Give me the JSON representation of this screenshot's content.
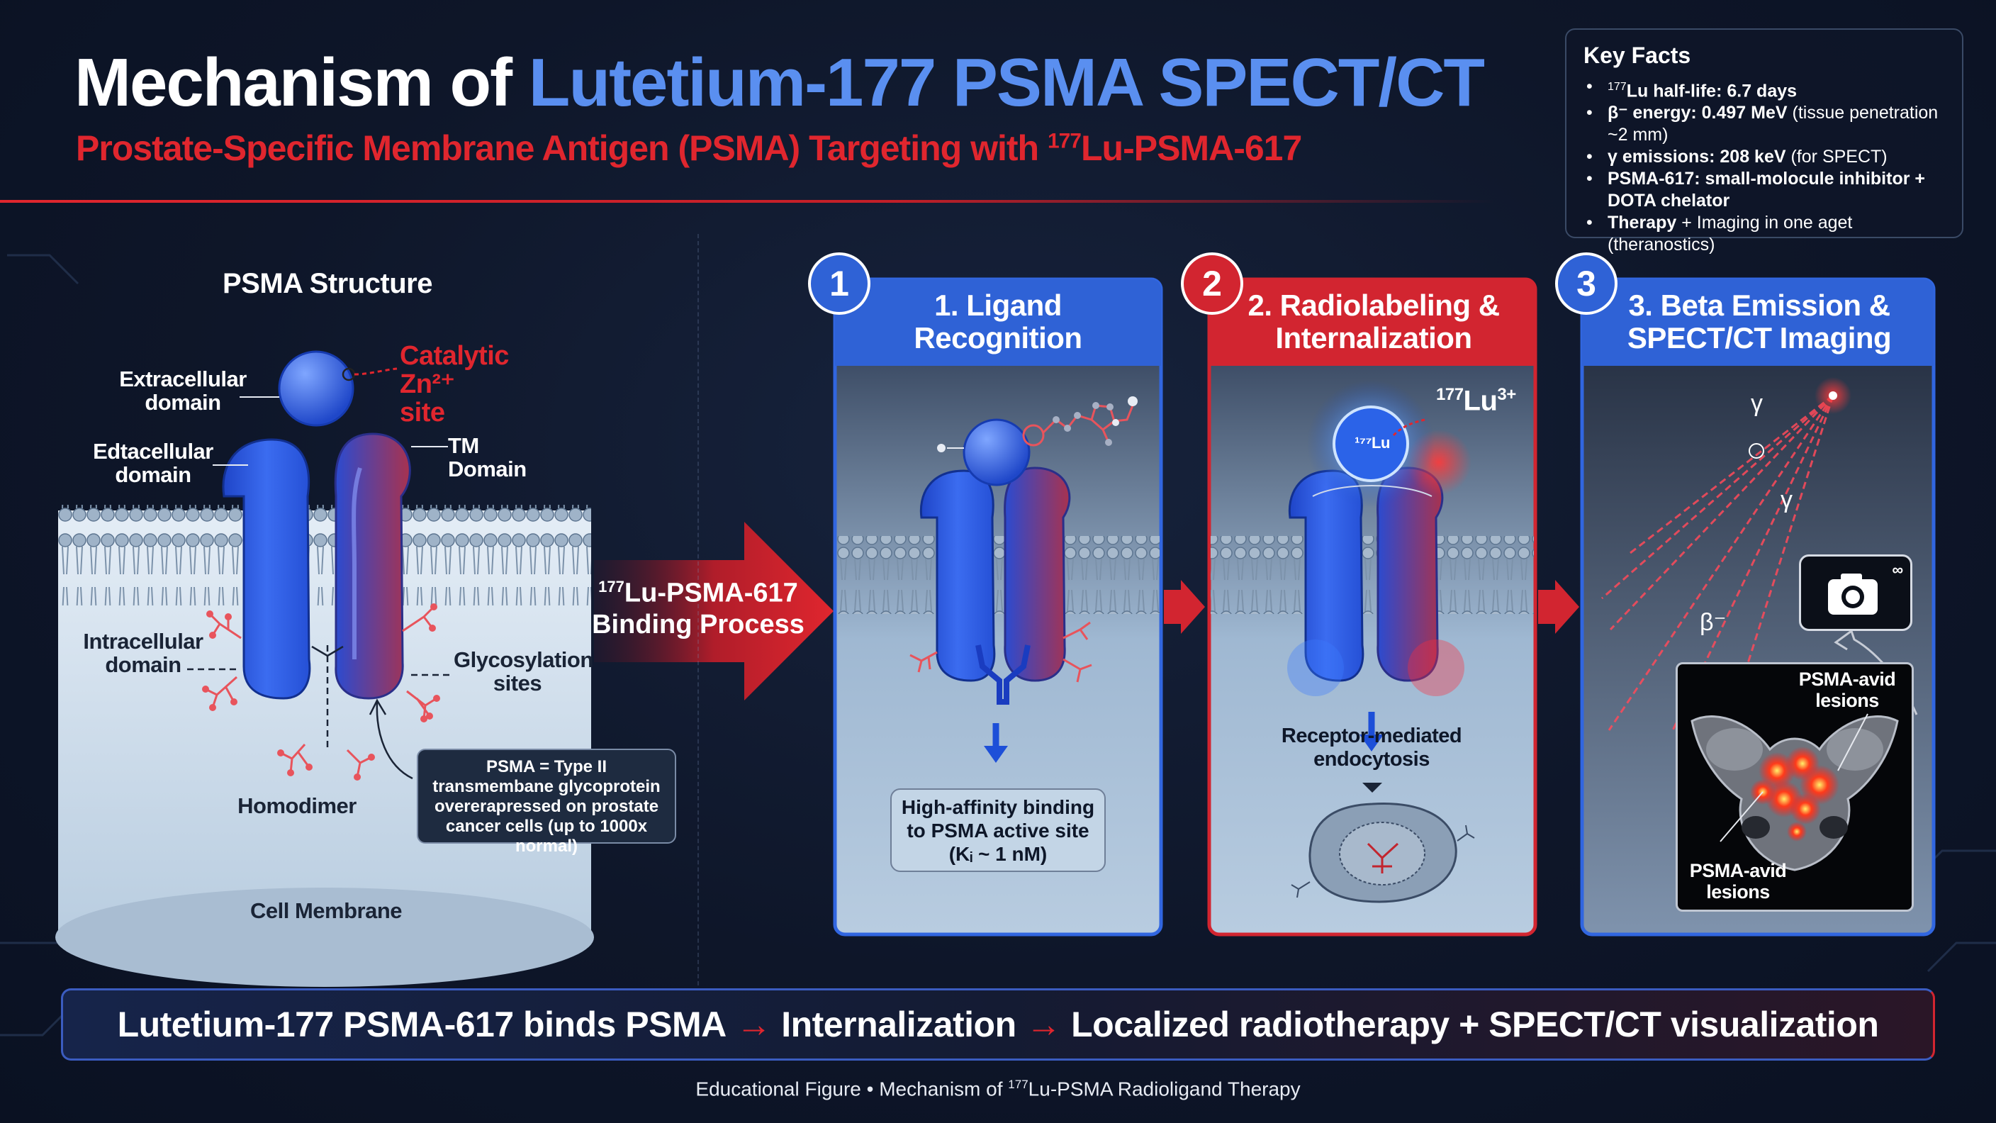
{
  "header": {
    "title_prefix": "Mechanism of ",
    "title_accent": "Lutetium-177 PSMA SPECT/CT",
    "subtitle_prefix": "Prostate-Specific Membrane Antigen (PSMA) Targeting with ",
    "subtitle_sup": "177",
    "subtitle_suffix": "Lu-PSMA-617"
  },
  "key_facts": {
    "title": "Key Facts",
    "items": [
      {
        "sup": "177",
        "bold": "Lu half-life: 6.7 days",
        "rest": ""
      },
      {
        "sup": "",
        "bold": "β⁻ energy: 0.497 MeV",
        "rest": " (tissue penetration ~2 mm)"
      },
      {
        "sup": "",
        "bold": "γ emissions: 208 keV",
        "rest": " (for SPECT)"
      },
      {
        "sup": "",
        "bold": "PSMA-617: small-molocule inhibitor + DOTA chelator",
        "rest": ""
      },
      {
        "sup": "",
        "bold": "Therapy",
        "rest": " + Imaging in one aget (theranostics)"
      }
    ]
  },
  "structure": {
    "title": "PSMA Structure",
    "labels": {
      "extracellular1": "Extracellular domain",
      "extracellular2": "Edtacellular domain",
      "catalytic": "Catalytic Zn²⁺ site",
      "tm": "TM Domain",
      "intracellular": "Intracellular domain",
      "glyco": "Glycosylation sites",
      "homodimer": "Homodimer",
      "membrane": "Cell Membrane"
    },
    "info_box": "PSMA = Type II transmembane glycoprotein overerapressed on prostate cancer cells (up to 1000x normal)"
  },
  "binding_arrow": {
    "sup": "177",
    "text_a": "Lu-PSMA-617",
    "text_b": "Binding Process"
  },
  "steps": [
    {
      "number": "1",
      "title": "1. Ligand Recognition",
      "caption": "High-affinity binding to PSMA active site (Kᵢ ~ 1 nM)"
    },
    {
      "number": "2",
      "title": "2. Radiolabeling & Internalization",
      "isotope_sup": "177",
      "isotope": "Lu",
      "isotope_charge": "3+",
      "sphere_label": "¹⁷⁷Lu",
      "caption": "Receptor-mediated endocytosis"
    },
    {
      "number": "3",
      "title": "3. Beta Emission & SPECT/CT Imaging",
      "gamma_label": "γ",
      "beta_label": "β⁻",
      "lesions_top": "PSMA-avid lesions",
      "lesions_bottom": "PSMA-avid lesions",
      "camera_mark": "∞"
    }
  ],
  "banner": {
    "part1": "Lutetium-177 PSMA-617 binds PSMA",
    "arrow": "→",
    "part2": "Internalization",
    "part3": "Localized radiotherapy + SPECT/CT visualization"
  },
  "footer": {
    "prefix": "Educational Figure  •  Mechanism of ",
    "sup": "177",
    "suffix": "Lu-PSMA Radioligand Therapy"
  },
  "colors": {
    "accent_blue": "#5a8ff0",
    "accent_red": "#e0262e",
    "panel_blue": "#2f62d6",
    "panel_red": "#d22530",
    "background": "#0d1527"
  }
}
